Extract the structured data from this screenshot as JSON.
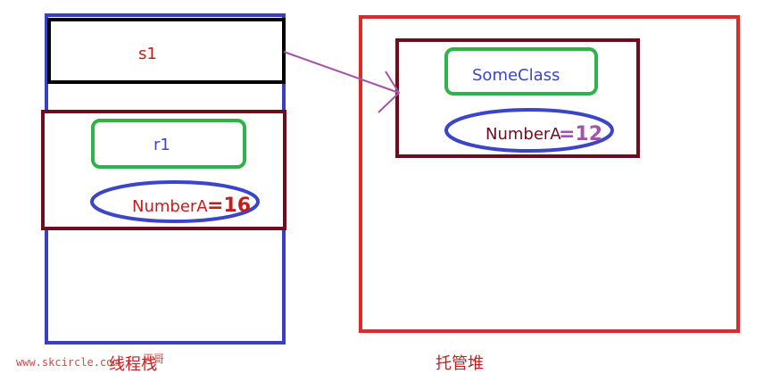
{
  "stack": {
    "title": "线程栈",
    "s1_label": "s1",
    "r1_label": "r1",
    "field_label": "NumberA",
    "field_value": "=16"
  },
  "heap": {
    "title": "托管堆",
    "class_label": "SomeClass",
    "field_label": "NumberA",
    "field_value": "=12"
  },
  "watermark": {
    "text": "www.skcircle.com",
    "extra": "天哥"
  },
  "colors": {
    "stack_frame": "#3a3fbf",
    "heap_frame": "#e02a2a",
    "object_frame": "#6f0d1f",
    "s1_frame": "#000000",
    "green_box": "#2eb34a",
    "blue_ellipse": "#3b45c8",
    "pointer_arrow": "#a453a8",
    "red_text": "#c51d1d",
    "blue_text": "#3b45c8",
    "purple_text": "#a453a8"
  }
}
